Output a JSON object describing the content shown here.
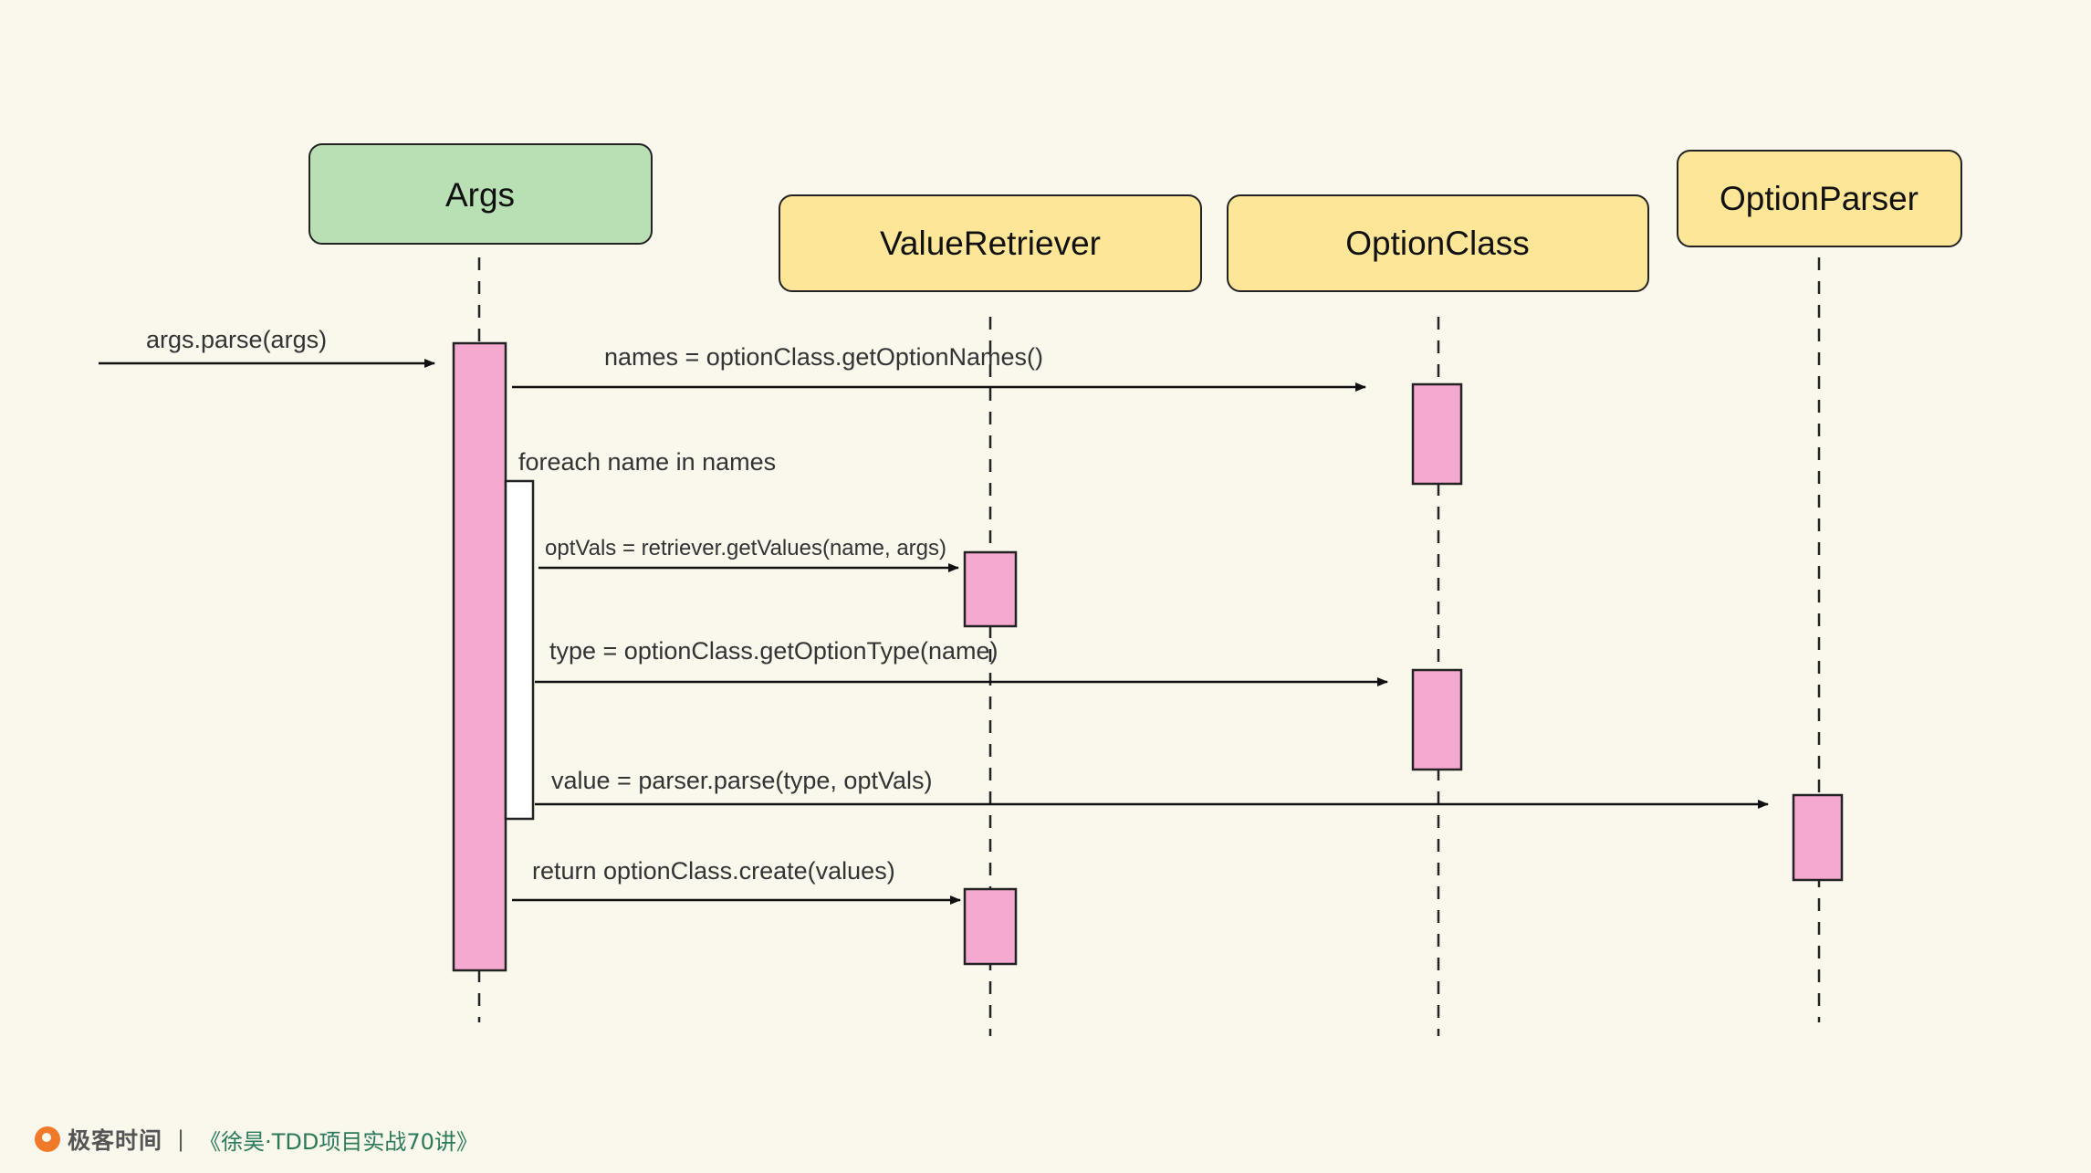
{
  "participants": [
    {
      "id": "args",
      "label": "Args",
      "color": "#b9dfb4"
    },
    {
      "id": "value_retriever",
      "label": "ValueRetriever",
      "color": "#fde697"
    },
    {
      "id": "option_class",
      "label": "OptionClass",
      "color": "#fde697"
    },
    {
      "id": "option_parser",
      "label": "OptionParser",
      "color": "#fde697"
    }
  ],
  "messages": [
    {
      "label": "args.parse(args)",
      "from": "external",
      "to": "args"
    },
    {
      "label": "names = optionClass.getOptionNames()",
      "from": "args",
      "to": "option_class"
    },
    {
      "label": "optVals = retriever.getValues(name, args)",
      "from": "args",
      "to": "value_retriever"
    },
    {
      "label": "type = optionClass.getOptionType(name)",
      "from": "args",
      "to": "option_class"
    },
    {
      "label": "value = parser.parse(type, optVals)",
      "from": "args",
      "to": "option_parser"
    },
    {
      "label": "return optionClass.create(values)",
      "from": "args",
      "to": "value_retriever"
    }
  ],
  "loop": {
    "label": "foreach name in names"
  },
  "colors": {
    "background": "#faf7ec",
    "activation": "#f6a9d0",
    "args_box": "#b9dfb4",
    "other_box": "#fde697"
  },
  "footer": {
    "icon": "geektime-logo-icon",
    "brand": "极客时间",
    "separator": "|",
    "course": "《徐昊·TDD项目实战70讲》"
  }
}
